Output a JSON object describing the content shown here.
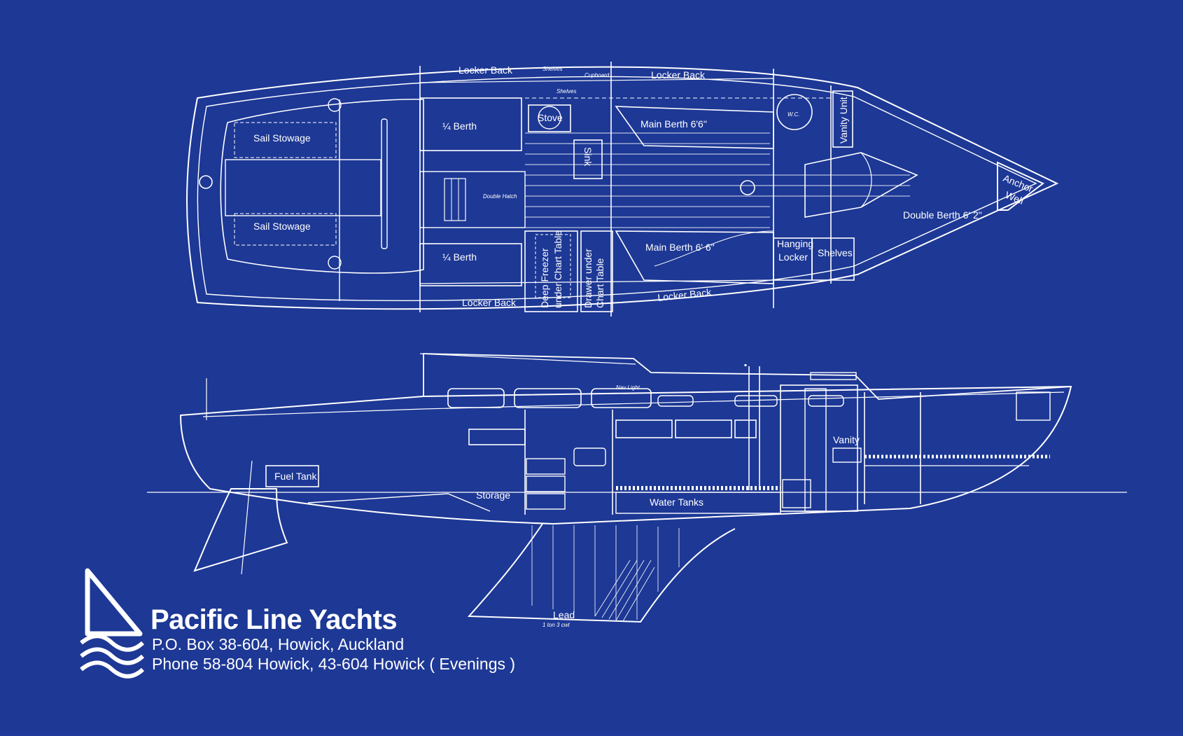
{
  "colors": {
    "background": "#1f3a9a",
    "ink": "#ffffff"
  },
  "plan": {
    "labels": {
      "locker_back_top_left": "Locker Back",
      "shelves_top": "Shelves",
      "cupboard": "Cupboard",
      "shelves_second": "Shelves",
      "locker_back_top_right": "Locker Back",
      "sail_stowage_top": "Sail Stowage",
      "sail_stowage_bottom": "Sail Stowage",
      "quarter_berth_top": "¼ Berth",
      "quarter_berth_bottom": "¼ Berth",
      "stove": "Stove",
      "sink": "Sink",
      "double_hatch": "Double Hatch",
      "main_berth_top": "Main Berth 6'6\"",
      "main_berth_bottom": "Main Berth 6' 6\"",
      "wc": "W.C.",
      "vanity_unit": "Vanity Unit",
      "anchor": "Anchor",
      "well": "Well",
      "double_berth": "Double Berth 6' 2\"",
      "hanging": "Hanging",
      "locker": "Locker",
      "shelves_right": "Shelves",
      "deep_freezer_1": "Deep Freezer",
      "deep_freezer_2": "under Chart Table",
      "drawer_1": "Drawer under",
      "drawer_2": "Chart Table",
      "locker_back_bottom_left": "Locker Back",
      "locker_back_bottom_right": "Locker Back"
    }
  },
  "profile": {
    "labels": {
      "fuel_tank": "Fuel Tank",
      "storage": "Storage",
      "water_tanks": "Water Tanks",
      "vanity": "Vanity",
      "lead": "Lead",
      "lead_note": "1 ton 3 cwt",
      "nav_light": "Nav Light"
    }
  },
  "brand": {
    "name": "Pacific Line Yachts",
    "address": "P.O. Box 38-604, Howick, Auckland",
    "phone": "Phone  58-804 Howick, 43-604 Howick ( Evenings )",
    "logo_icon": "sail-logo-icon"
  }
}
